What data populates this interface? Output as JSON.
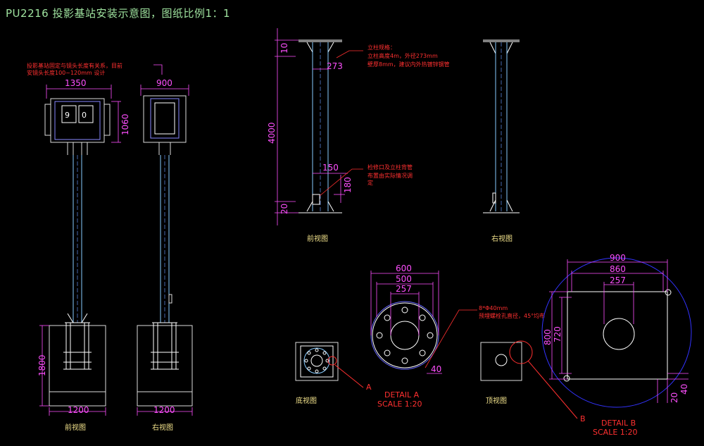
{
  "title": "PU2216 投影基站安装示意图，图纸比例1：1",
  "views": {
    "front_small": "前视图",
    "right_small": "右视图",
    "front_big": "前视图",
    "right_big": "右视图",
    "bottom": "底视图",
    "top": "顶视图"
  },
  "notes": {
    "projector_1": "投影基站固定与镜头长度有关系，目前",
    "projector_2": "安镜头长度100~120mm 设计",
    "pole_1": "立柱规格：",
    "pole_2": "立柱高度4m，外径273mm",
    "pole_3": "壁厚8mm，建议内外热镀锌钢管",
    "hole_1": "检修口及立柱背管",
    "hole_2": "布置由实际情况调",
    "hole_3": "定",
    "bolt_1": "8*Φ40mm",
    "bolt_2": "预埋螺栓孔直径，45°均布"
  },
  "dims": {
    "d1350": "1350",
    "d900a": "900",
    "d1060": "1060",
    "d1800": "1800",
    "d1200a": "1200",
    "d1200b": "1200",
    "d10": "10",
    "d273": "273",
    "d4000": "4000",
    "d150": "150",
    "d180": "180",
    "d20": "20",
    "d600": "600",
    "d500": "500",
    "d257a": "257",
    "d40a": "40",
    "d900b": "900",
    "d860": "860",
    "d257b": "257",
    "d800": "800",
    "d720": "720",
    "d20b": "20",
    "d40b": "40"
  },
  "details": {
    "a_marker": "A",
    "a_title": "DETAIL  A",
    "a_scale": "SCALE  1:20",
    "b_marker": "B",
    "b_title": "DETAIL  B",
    "b_scale": "SCALE  1:20"
  }
}
